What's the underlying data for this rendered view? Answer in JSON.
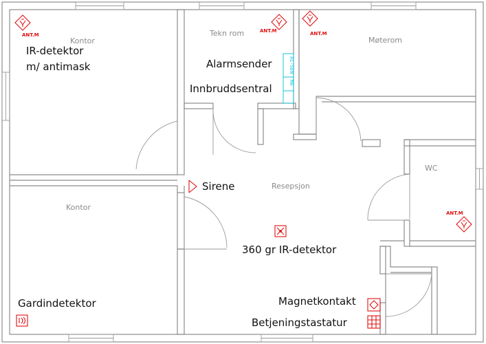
{
  "rooms": {
    "kontor_top": "Kontor",
    "tekn_rom": "Tekn rom",
    "moterom": "Møterom",
    "wc": "WC",
    "resepsjon": "Resepsjon",
    "kontor_bottom": "Kontor"
  },
  "labels": {
    "ir_detektor_1": "IR-detektor",
    "ir_detektor_2": "m/ antimask",
    "alarmsender": "Alarmsender",
    "innbruddsentral": "Innbruddsentral",
    "sirene": "Sirene",
    "ir360": "360 gr IR-detektor",
    "gardindetektor": "Gardindetektor",
    "magnetkontakt": "Magnetkontakt",
    "betjeningstastatur": "Betjeningstastatur"
  },
  "device_tags": {
    "ant_kontor": "ANT.M",
    "ant_tekn": "ANT.M",
    "ant_moterom": "ANT.M",
    "ant_wc": "ANT.M"
  },
  "panel_text": {
    "al_sen": "AL-SEN",
    "ma": "MA"
  },
  "colors": {
    "device": "#e01010",
    "panel": "#17c4d8",
    "wall": "#8c8c8c"
  }
}
